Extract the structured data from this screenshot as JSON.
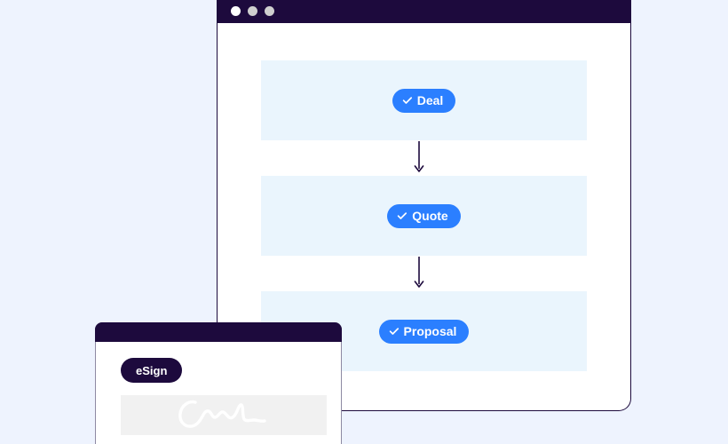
{
  "theme": {
    "page_background": "#eef3fe",
    "window_chrome": "#1d0a3d",
    "band_background": "#eaf5fd",
    "accent_blue": "#2b7fff",
    "signature_box": "#f1f1f1",
    "window_body": "#ffffff",
    "front_border": "#8e8aa3"
  },
  "back_window": {
    "titlebar": {
      "dots": [
        {
          "name": "traffic-light-dot-1",
          "color": "#ffffff"
        },
        {
          "name": "traffic-light-dot-2",
          "color": "#cfcfcf"
        },
        {
          "name": "traffic-light-dot-3",
          "color": "#cfcfcf"
        }
      ]
    },
    "flow": {
      "steps": [
        {
          "label": "Deal",
          "icon": "check-icon",
          "state": "complete"
        },
        {
          "label": "Quote",
          "icon": "check-icon",
          "state": "complete"
        },
        {
          "label": "Proposal",
          "icon": "check-icon",
          "state": "complete"
        }
      ],
      "connectors": [
        {
          "name": "arrow-down-icon",
          "from": "Deal",
          "to": "Quote"
        },
        {
          "name": "arrow-down-icon",
          "from": "Quote",
          "to": "Proposal"
        }
      ]
    }
  },
  "front_window": {
    "titlebar": {
      "dots": []
    },
    "badge": {
      "label": "eSign"
    },
    "signature_field": {
      "name": "signature-canvas",
      "value": "handwritten-signature-stroke",
      "stroke_color": "#ffffff"
    }
  }
}
